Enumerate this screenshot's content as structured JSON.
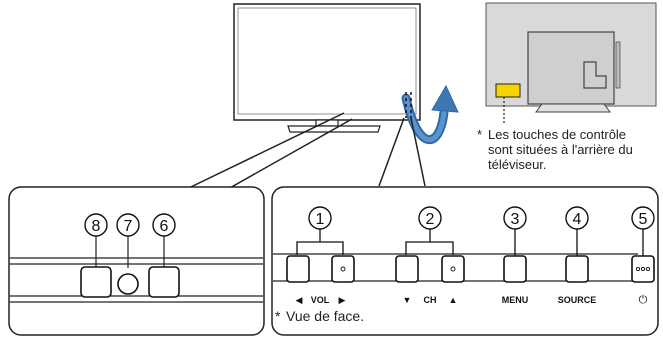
{
  "note_back": {
    "star": "*",
    "lines": [
      "Les touches de contrôle",
      "sont situées à l'arrière du",
      "téléviseur."
    ]
  },
  "note_front": {
    "star": "*",
    "text": "Vue de face."
  },
  "callouts": {
    "n1": "1",
    "n2": "2",
    "n3": "3",
    "n4": "4",
    "n5": "5",
    "n6": "6",
    "n7": "7",
    "n8": "8"
  },
  "button_labels": {
    "vol": "VOL",
    "ch": "CH",
    "menu": "MENU",
    "source": "SOURCE"
  },
  "icons": {
    "vol_left": "◀",
    "vol_right": "▶",
    "ch_down": "▼",
    "ch_up": "▲",
    "power": "⏻"
  },
  "colors": {
    "stroke": "#1a1a1a",
    "tv_back_fill": "#d9d9d9",
    "highlight_yellow": "#f5d400",
    "arrow_blue": "#3c78b4",
    "button_fill": "#ffffff"
  }
}
